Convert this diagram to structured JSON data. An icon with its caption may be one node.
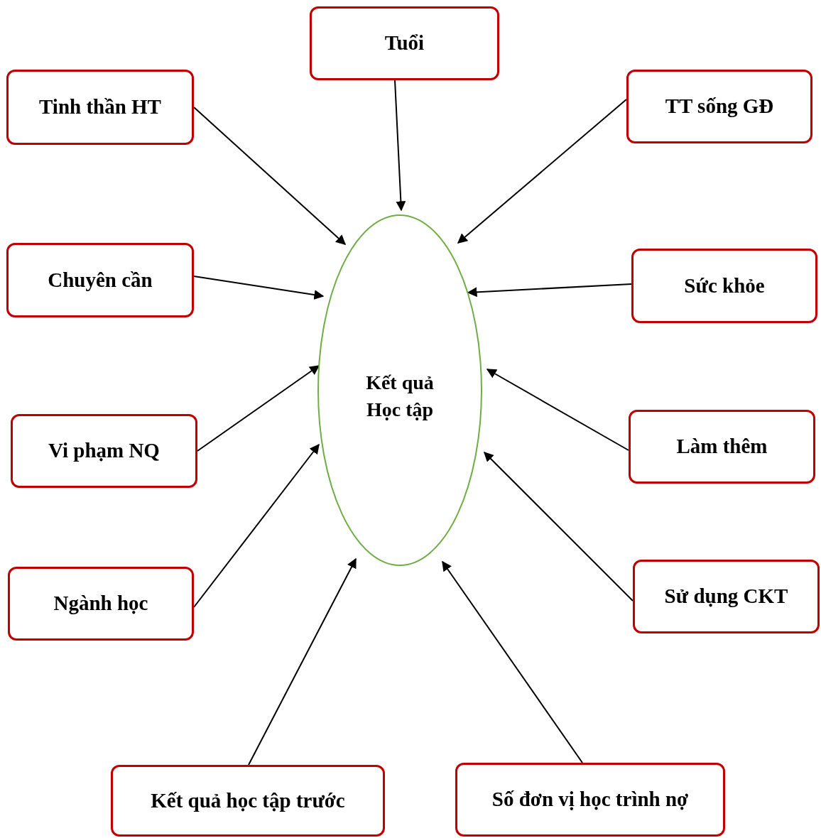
{
  "diagram": {
    "nodes": [
      {
        "text": [
          "Tuổi"
        ]
      },
      {
        "text": [
          "Tinh thần HT"
        ]
      },
      {
        "text": [
          "TT sống GĐ"
        ]
      },
      {
        "text": [
          "Chuyên cần"
        ]
      },
      {
        "text": [
          "Sức khỏe"
        ]
      },
      {
        "text": [
          "Kết quả Học tập"
        ]
      },
      {
        "text": [
          "Vi phạm NQ"
        ]
      },
      {
        "text": [
          "Làm thêm"
        ]
      },
      {
        "text": [
          "Ngành học"
        ]
      },
      {
        "text": [
          "Sử dụng CKT"
        ]
      },
      {
        "text": [
          "Kết quả học tập trước"
        ]
      },
      {
        "text": [
          "Số đơn vị học trình nợ"
        ]
      }
    ],
    "edges": [
      {
        "from": 0,
        "to": 5,
        "arrow": "to"
      },
      {
        "from": 1,
        "to": 5,
        "arrow": "to"
      },
      {
        "from": 2,
        "to": 5,
        "arrow": "to"
      },
      {
        "from": 3,
        "to": 5,
        "arrow": "to"
      },
      {
        "from": 4,
        "to": 5,
        "arrow": "to"
      },
      {
        "from": 6,
        "to": 5,
        "arrow": "to"
      },
      {
        "from": 7,
        "to": 5,
        "arrow": "to"
      },
      {
        "from": 8,
        "to": 5,
        "arrow": "to"
      },
      {
        "from": 9,
        "to": 5,
        "arrow": "to"
      },
      {
        "from": 10,
        "to": 5,
        "arrow": "to"
      },
      {
        "from": 11,
        "to": 5,
        "arrow": "to"
      }
    ]
  }
}
